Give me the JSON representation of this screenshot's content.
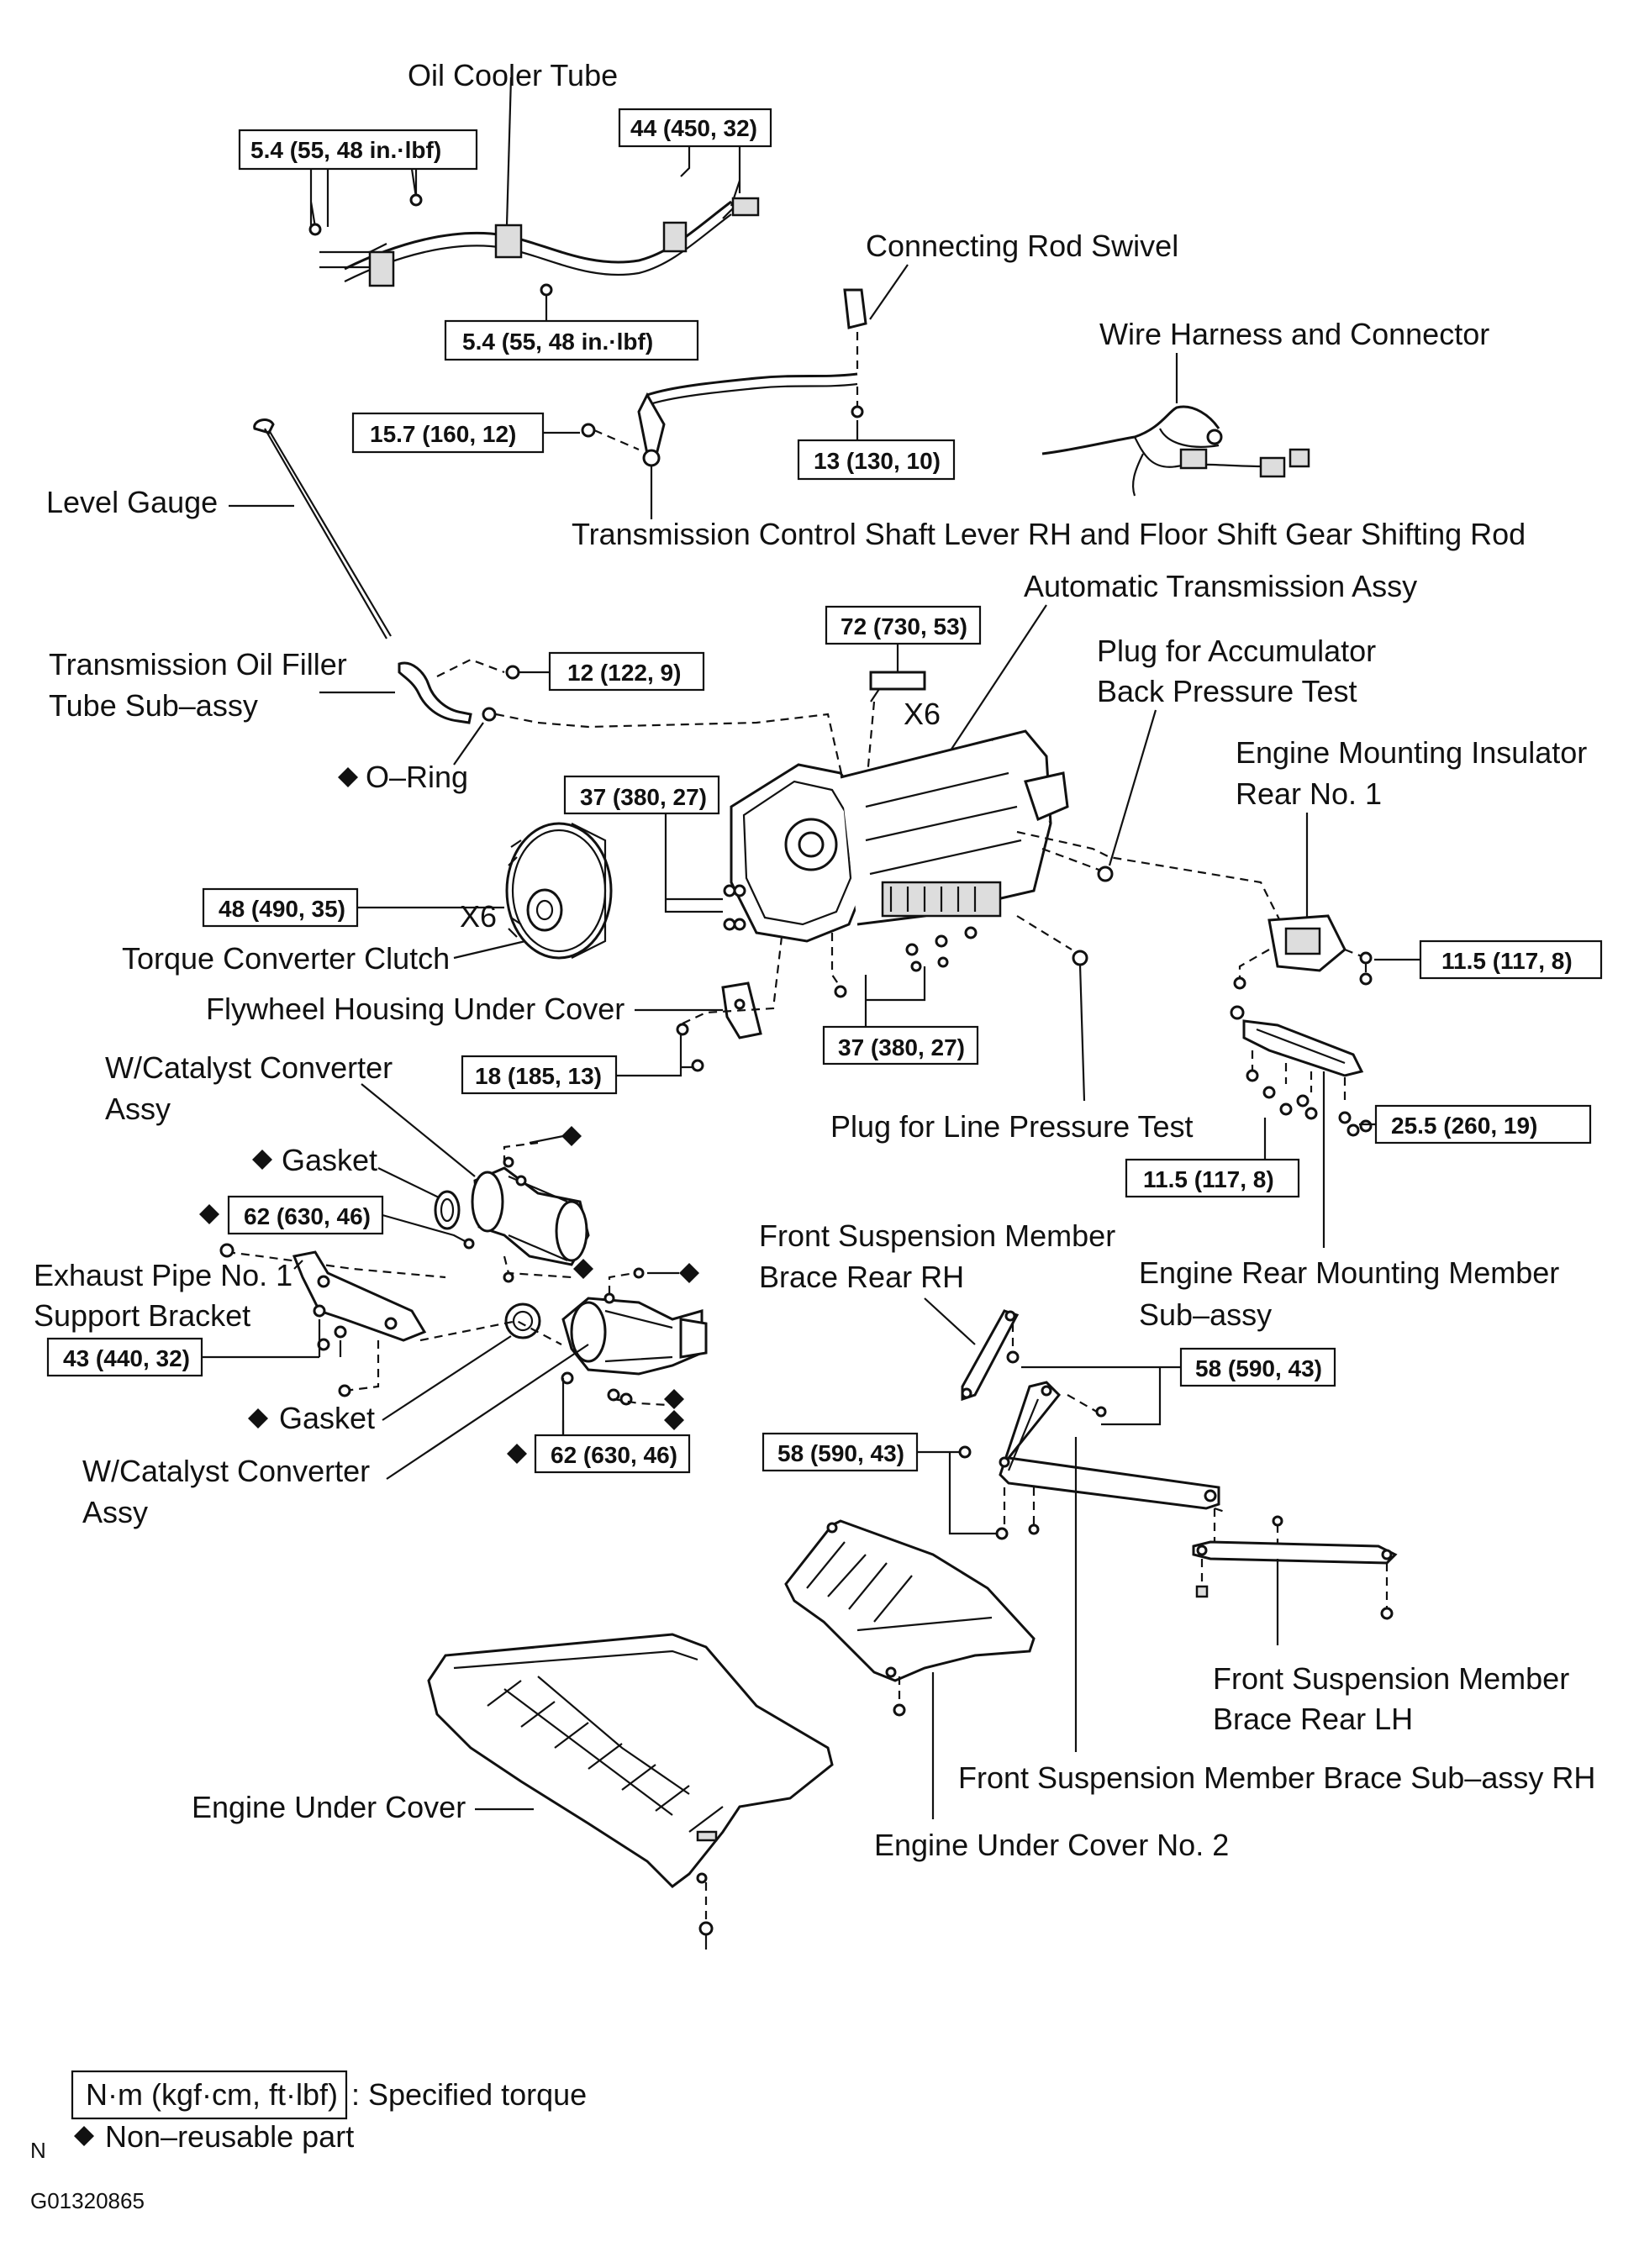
{
  "labels": {
    "oil_cooler_tube": "Oil Cooler Tube",
    "connecting_rod_swivel": "Connecting Rod Swivel",
    "wire_harness": "Wire Harness and Connector",
    "level_gauge": "Level Gauge",
    "control_shaft_lever": "Transmission Control Shaft Lever RH and Floor Shift Gear Shifting Rod",
    "auto_trans_assy": "Automatic Transmission Assy",
    "oil_filler_tube_1": "Transmission Oil Filler",
    "oil_filler_tube_2": "Tube Sub–assy",
    "plug_accumulator_1": "Plug for Accumulator",
    "plug_accumulator_2": "Back Pressure Test",
    "o_ring": "O–Ring",
    "engine_mount_insulator_1": "Engine Mounting Insulator",
    "engine_mount_insulator_2": "Rear No. 1",
    "torque_converter": "Torque Converter Clutch",
    "flywheel_cover": "Flywheel Housing Under Cover",
    "w_catalyst_1a": "W/Catalyst Converter",
    "w_catalyst_1b": "Assy",
    "plug_line_pressure": "Plug for Line Pressure Test",
    "gasket_1": "Gasket",
    "front_susp_rh_1": "Front Suspension Member",
    "front_susp_rh_2": "Brace Rear RH",
    "exhaust_bracket_1": "Exhaust Pipe No. 1",
    "exhaust_bracket_2": "Support Bracket",
    "engine_rear_member_1": "Engine Rear Mounting Member",
    "engine_rear_member_2": "Sub–assy",
    "gasket_2": "Gasket",
    "w_catalyst_2a": "W/Catalyst Converter",
    "w_catalyst_2b": "Assy",
    "front_susp_lh_1": "Front Suspension Member",
    "front_susp_lh_2": "Brace Rear LH",
    "front_susp_brace_rh": "Front Suspension Member Brace Sub–assy RH",
    "engine_under_cover": "Engine Under Cover",
    "engine_under_cover_2": "Engine Under Cover No. 2",
    "x6_a": "X6",
    "x6_b": "X6"
  },
  "torques": {
    "t_oil_left": "5.4 (55, 48 in.·lbf)",
    "t_oil_right": "44 (450, 32)",
    "t_oil_bottom": "5.4 (55, 48 in.·lbf)",
    "t_lever_left": "15.7 (160, 12)",
    "t_lever_right": "13 (130, 10)",
    "t_trans_top": "72 (730, 53)",
    "t_filler": "12 (122, 9)",
    "t_housing": "37 (380, 27)",
    "t_converter": "48 (490, 35)",
    "t_insulator": "11.5 (117, 8)",
    "t_housing_lower": "37 (380, 27)",
    "t_flywheel": "18 (185, 13)",
    "t_member_right": "25.5 (260, 19)",
    "t_member_left": "11.5 (117, 8)",
    "t_catalyst_1": "62 (630, 46)",
    "t_bracket": "43 (440, 32)",
    "t_brace_right": "58 (590, 43)",
    "t_brace_left": "58 (590, 43)",
    "t_catalyst_2": "62 (630, 46)"
  },
  "legend": {
    "unit_box": "N·m (kgf·cm, ft·lbf)",
    "unit_text": ": Specified torque",
    "nonreusable": "Non–reusable part",
    "n_mark": "N",
    "figure_code": "G01320865"
  },
  "icons": {
    "nonreusable_marker": "black-diamond-icon"
  }
}
